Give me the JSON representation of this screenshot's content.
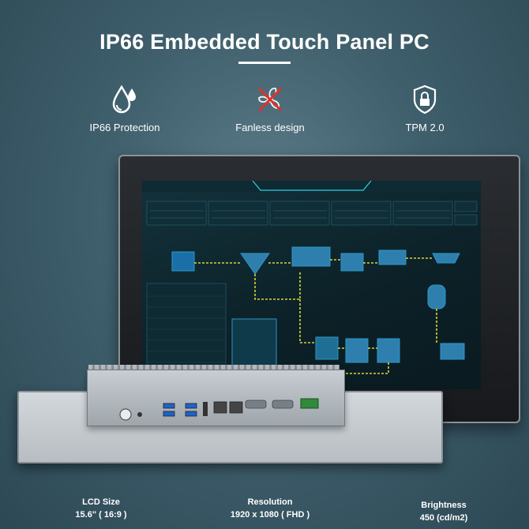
{
  "title": "IP66 Embedded Touch Panel PC",
  "features": [
    {
      "icon": "water-drop-icon",
      "label": "IP66 Protection"
    },
    {
      "icon": "fanless-icon",
      "label": "Fanless design"
    },
    {
      "icon": "lock-icon",
      "label": "TPM 2.0"
    }
  ],
  "specs": [
    {
      "name": "LCD Size",
      "value": "15.6\" ( 16:9 )"
    },
    {
      "name": "Resolution",
      "value": "1920 x 1080 ( FHD )"
    },
    {
      "name": "Brightness",
      "value": "450 (cd/m2)"
    }
  ]
}
